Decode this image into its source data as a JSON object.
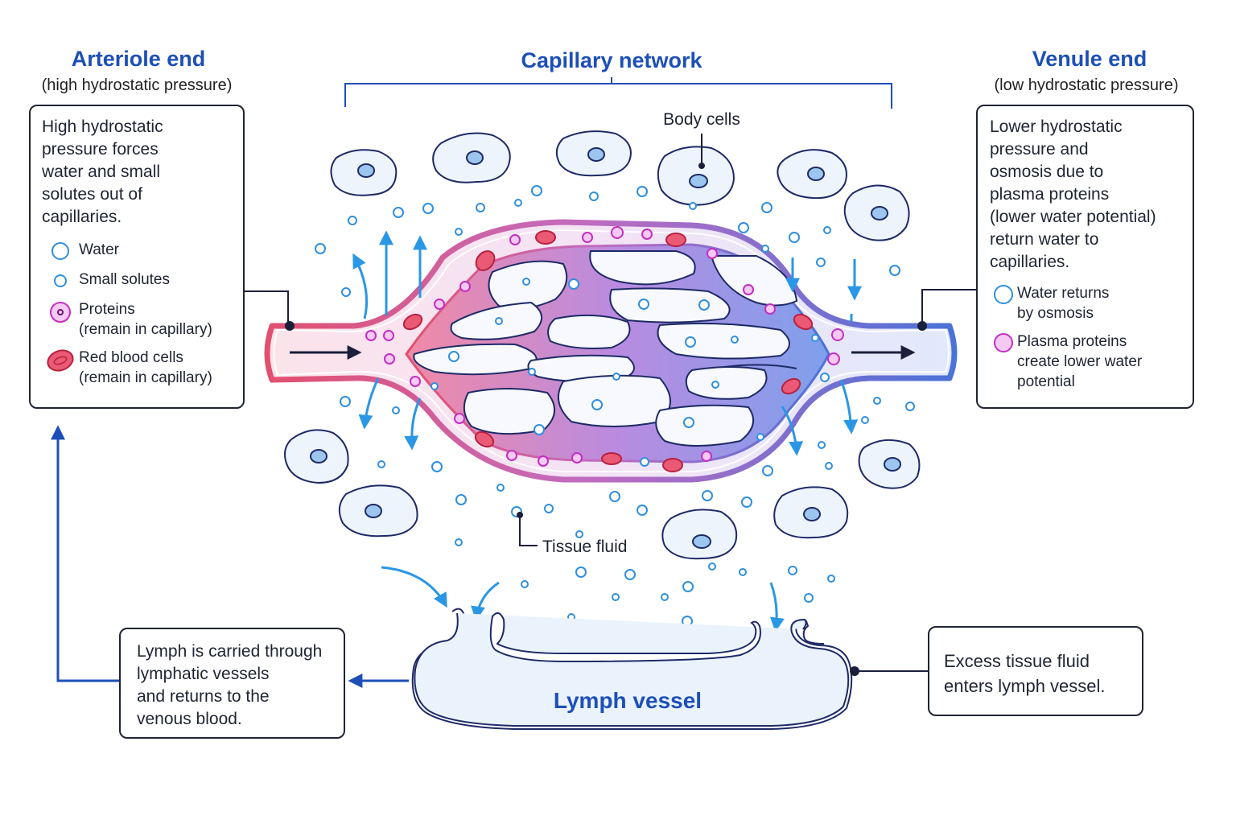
{
  "headers": {
    "arteriole": {
      "title": "Arteriole end",
      "subtitle": "(high hydrostatic pressure)"
    },
    "capillary": {
      "title": "Capillary network"
    },
    "venule": {
      "title": "Venule end",
      "subtitle": "(low hydrostatic pressure)"
    }
  },
  "labels": {
    "body_cells": "Body cells",
    "tissue_fluid": "Tissue fluid",
    "lymph_vessel": "Lymph vessel"
  },
  "left_box": {
    "text": "High hydrostatic\npressure forces\nwater and small\nsolutes out of\ncapillaries.",
    "legend": [
      {
        "icon": "water-icon",
        "label": "Water"
      },
      {
        "icon": "small-solute-icon",
        "label": "Small solutes"
      },
      {
        "icon": "protein-icon",
        "label": "Proteins\n(remain in capillary)"
      },
      {
        "icon": "red-blood-cell-icon",
        "label": "Red blood cells\n(remain in capillary)"
      }
    ]
  },
  "right_box": {
    "text": "Lower hydrostatic\npressure and\nosmosis due to\nplasma proteins\n(lower water potential)\nreturn water to\ncapillaries.",
    "legend": [
      {
        "icon": "water-icon",
        "label": "Water returns\nby osmosis"
      },
      {
        "icon": "protein-icon",
        "label": "Plasma proteins\ncreate lower water\npotential"
      }
    ]
  },
  "lymph_box": {
    "text": "Lymph is carried through\nlymphatic vessels\nand returns to the\nvenous blood."
  },
  "excess_box": {
    "text": "Excess tissue fluid\nenters lymph vessel."
  },
  "colors": {
    "title_blue": "#1d4fb8",
    "arteriole_red": "#e2506f",
    "venule_blue": "#4a72d8",
    "water_blue": "#2f8fe0",
    "protein_magenta": "#c22fc2",
    "rbc_red": "#d63850",
    "cell_fill": "#eef4fc",
    "cell_outline": "#1e2a66"
  }
}
